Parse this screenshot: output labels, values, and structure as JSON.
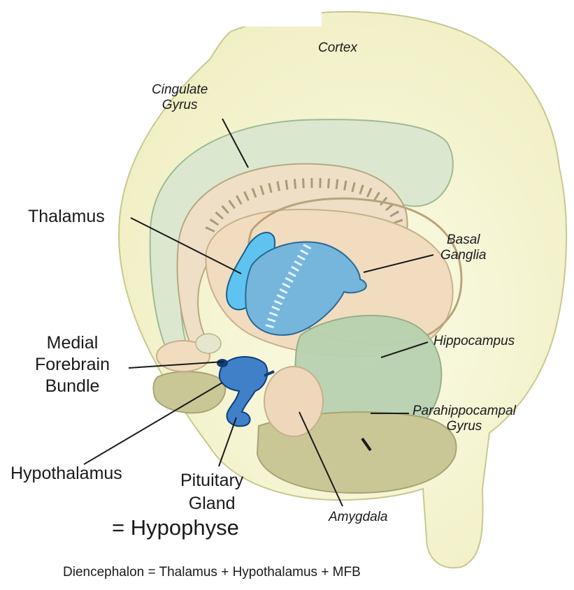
{
  "labels": {
    "cortex": "Cortex",
    "cingulate_line1": "Cingulate",
    "cingulate_line2": "Gyrus",
    "thalamus": "Thalamus",
    "basal_line1": "Basal",
    "basal_line2": "Ganglia",
    "hippocampus": "Hippocampus",
    "mfb_line1": "Medial",
    "mfb_line2": "Forebrain",
    "mfb_line3": "Bundle",
    "parahippo_line1": "Parahippocampal",
    "parahippo_line2": "Gyrus",
    "hypothalamus": "Hypothalamus",
    "pituitary_line1": "Pituitary",
    "pituitary_line2": "Gland",
    "amygdala": "Amygdala",
    "hypophyse": "= Hypophyse",
    "footer": "Diencephalon = Thalamus + Hypothalamus + MFB"
  },
  "colors": {
    "cortex_fill": "#f3f2cc",
    "limbic_green": "#dbe8cf",
    "deep_green": "#b9d2b1",
    "peach": "#f2dcc0",
    "thalamus_blue": "#5ec3f0",
    "ganglia_blue": "#76b6dc",
    "hypothalamus_blue": "#3f80c9",
    "olive": "#c9c795"
  }
}
